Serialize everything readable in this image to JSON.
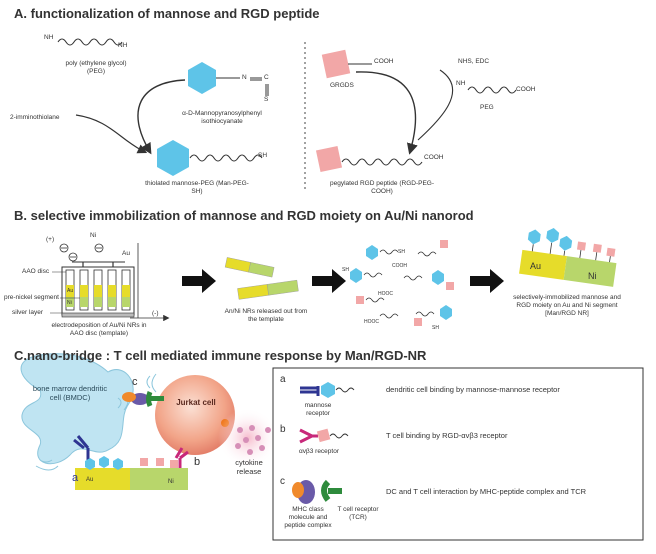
{
  "section_a": {
    "title": "A. functionalization of mannose and RGD peptide",
    "nh2_left": "NH",
    "nh2_right": "NH",
    "peg_label": "poly (ethylene glycol) (PEG)",
    "iminothiolane": "2-imminothiolane",
    "isothiocyanate_n": "N",
    "isothiocyanate_c": "C",
    "isothiocyanate_s": "S",
    "mannose_label": "α-D-Mannopyranosylphenyl isothiocyanate",
    "sh": "SH",
    "thiolated_label": "thiolated mannose-PEG (Man-PEG-SH)",
    "grgds": "GRGDS",
    "cooh_top": "COOH",
    "nhs_edc": "NHS, EDC",
    "nh_peg": "NH",
    "cooh_peg": "COOH",
    "peg": "PEG",
    "cooh_product": "COOH",
    "pegylated_label": "pegylated RGD peptide (RGD-PEG-COOH)"
  },
  "section_b": {
    "title": "B. selective immobilization of mannose and RGD moiety on Au/Ni nanorod",
    "plus": "(+)",
    "minus": "(-)",
    "ni": "Ni",
    "au": "Au",
    "aao_disc": "AAO disc",
    "pre_nickel": "pre-nickel segment",
    "silver_layer": "silver layer",
    "au_seg": "Au",
    "ni_seg": "Ni",
    "electro_label": "electrodeposition of Au/Ni NRs in AAO disc (template)",
    "released_label": "An/Ni NRs released out from the template",
    "cooh_1": "COOH",
    "hooc_1": "HOOC",
    "hooc_2": "HOOC",
    "sh_1": "SH",
    "sh_2": "SH",
    "sh_3": "SH",
    "rod_au": "Au",
    "rod_ni": "Ni",
    "selective_label": "selectively-immobilized mannose and RGD moiety on Au and Ni segment [Man/RGD NR]"
  },
  "section_c": {
    "title": "C.nano-bridge : T cell mediated immune response by Man/RGD-NR",
    "bmdc": "bone marrow dendritic cell (BMDC)",
    "jurkat": "Jurkat cell",
    "cytokine": "cytokine release",
    "a": "a",
    "b": "b",
    "c": "c",
    "rod_au": "Au",
    "rod_ni": "Ni"
  },
  "legend": {
    "a_letter": "a",
    "a_label": "mannose receptor",
    "a_desc": "dendritic cell binding by mannose-mannose receptor",
    "b_letter": "b",
    "b_label": "αvβ3 receptor",
    "b_desc": "T cell binding by RGD-αvβ3 receptor",
    "c_letter": "c",
    "c_label_mhc": "MHC class molecule and peptide complex",
    "c_label_tcr": "T cell receptor (TCR)",
    "c_desc": "DC and T cell interaction by MHC-peptide complex and TCR"
  },
  "colors": {
    "cyan": "#5ec4e8",
    "pink": "#f2a7a7",
    "gold": "#e6dc2a",
    "green": "#b8d66b",
    "navy": "#2e3592",
    "magenta": "#c8287a",
    "orange": "#f08a2c",
    "dark_green": "#2e8b3c",
    "purple": "#6a5aa8"
  }
}
